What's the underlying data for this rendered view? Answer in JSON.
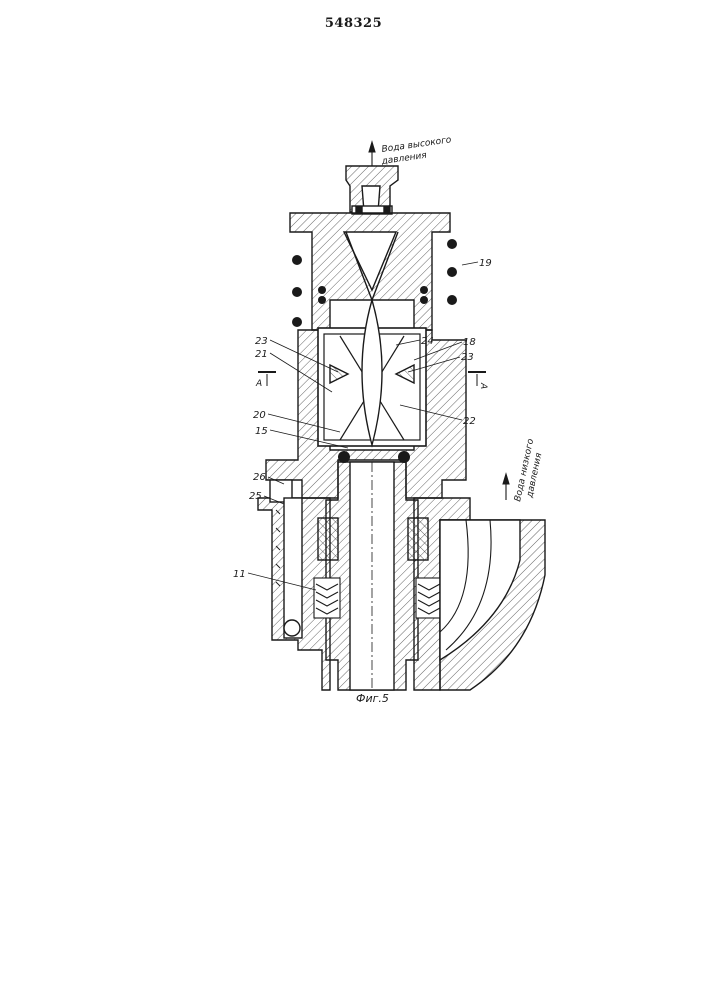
{
  "patent_number": "548325",
  "figure_caption": "Фиг.5",
  "flow_labels": {
    "high_pressure": [
      "Вода высокого",
      "давления"
    ],
    "low_pressure": [
      "Вода низкого",
      "давления"
    ]
  },
  "section_marks": {
    "left": "А",
    "right": "А"
  },
  "part_labels": {
    "p19": "19",
    "p24": "24",
    "p18": "18",
    "p23_left": "23",
    "p23_right": "23",
    "p21": "21",
    "p22": "22",
    "p20": "20",
    "p15": "15",
    "p26": "26",
    "p25": "25",
    "p11": "11"
  }
}
